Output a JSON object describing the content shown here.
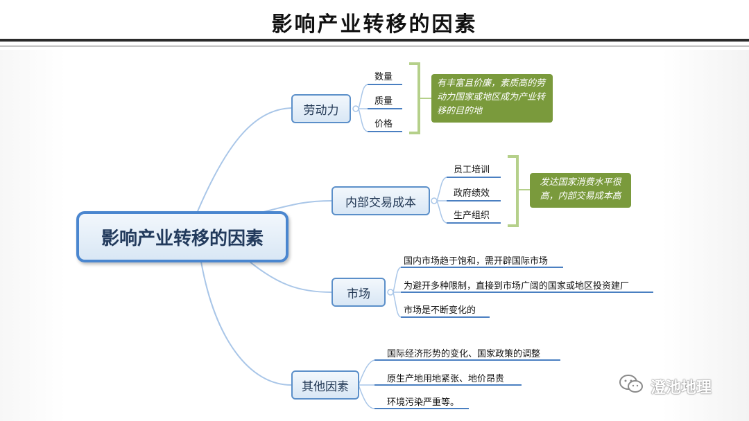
{
  "title": "影响产业转移的因素",
  "center": "影响产业转移的因素",
  "branches": [
    {
      "label": "劳动力",
      "items": [
        "数量",
        "质量",
        "价格"
      ],
      "note": "有丰富且价廉，素质高的劳动力国家或地区成为产业转移的目的地"
    },
    {
      "label": "内部交易成本",
      "items": [
        "员工培训",
        "政府绩效",
        "生产组织"
      ],
      "note": "发达国家消费水平很高，内部交易成本高"
    },
    {
      "label": "市场",
      "items": [
        "国内市场趋于饱和，需开辟国际市场",
        "为避开多种限制，直接到市场广阔的国家或地区投资建厂",
        "市场是不断变化的"
      ]
    },
    {
      "label": "其他因素",
      "items": [
        "国际经济形势的变化、国家政策的调整",
        "原生产地用地紧张、地价昂贵",
        "环境污染严重等。"
      ]
    }
  ],
  "watermark": "澄池地理",
  "colors": {
    "connector": "#a9c6e8",
    "underline": "#4a7fc1",
    "bracket": "#b5d08a",
    "note_bg": "#7a9a3c",
    "node_border": "#5b8fc9"
  }
}
